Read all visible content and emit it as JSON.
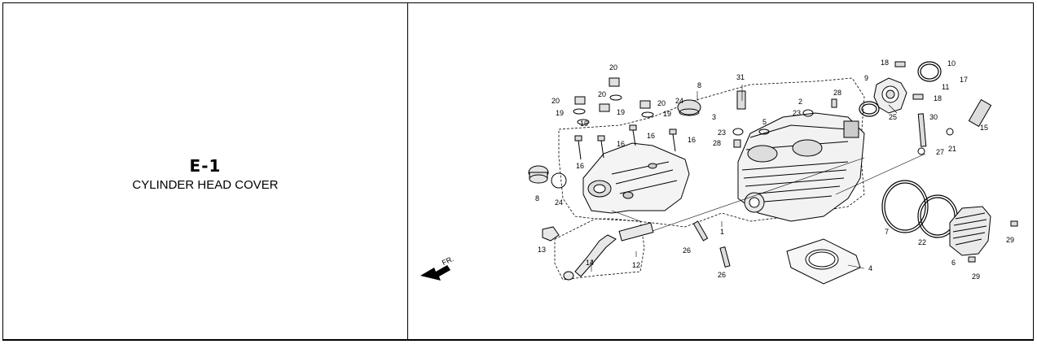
{
  "section": {
    "code": "E-1",
    "title": "CYLINDER HEAD COVER"
  },
  "diagram": {
    "direction_label": "FR.",
    "callouts": [
      "1",
      "2",
      "3",
      "4",
      "5",
      "6",
      "7",
      "8",
      "9",
      "10",
      "11",
      "12",
      "13",
      "14",
      "15",
      "16",
      "17",
      "18",
      "19",
      "20",
      "21",
      "22",
      "23",
      "24",
      "25",
      "26",
      "27",
      "28",
      "29",
      "30",
      "31"
    ]
  }
}
